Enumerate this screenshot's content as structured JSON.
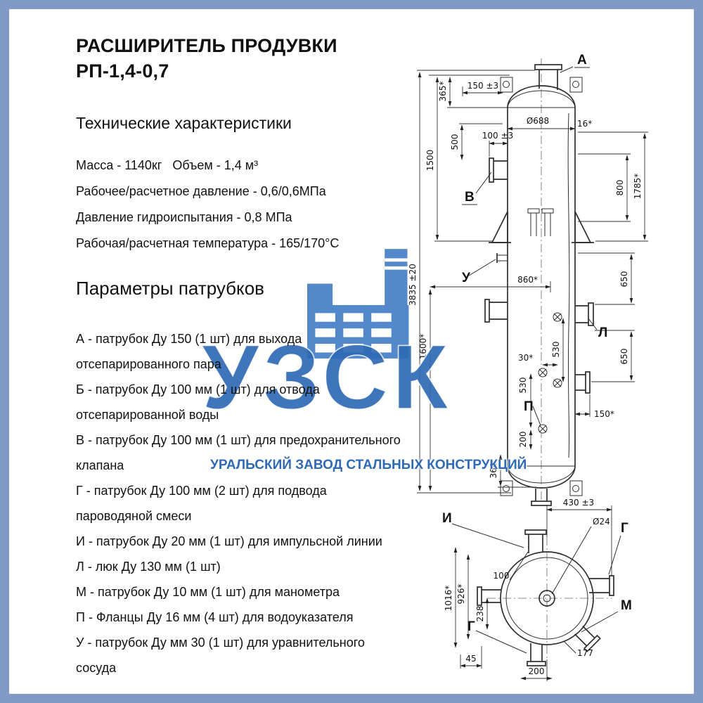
{
  "frame": {
    "border_color": "#8099c7",
    "background": "#ffffff"
  },
  "header": {
    "title_line1": "РАСШИРИТЕЛЬ ПРОДУВКИ",
    "title_line2": "РП-1,4-0,7"
  },
  "tech": {
    "heading": "Технические характеристики",
    "rows": [
      "Масса - 1140кг   Объем - 1,4 м³",
      "Рабочее/расчетное давление - 0,6/0,6МПа",
      "Давление гидроиспытания - 0,8 МПа",
      "Рабочая/расчетная температура - 165/170°С"
    ]
  },
  "nozzle_params": {
    "heading": "Параметры патрубков",
    "rows": [
      "А - патрубок Ду 150 (1 шт) для выхода отсепарированного пара",
      "Б - патрубок Ду 100 мм (1 шт) для отвода отсепарированной воды",
      "В - патрубок Ду 100 мм (1 шт) для предохранительного клапана",
      "Г - патрубок Ду 100 мм (2 шт) для подвода пароводяной смеси",
      "И - патрубок Ду 20 мм (1 шт) для импульсной линии",
      "Л - люк Ду 130 мм (1 шт)",
      "М - патрубок Ду 10 мм (1 шт) для манометра",
      "П - Фланцы Ду 16 мм (4 шт) для водоуказателя",
      "У - патрубок Ду мм 30 (1 шт) для уравнительного сосуда"
    ]
  },
  "watermark": {
    "logo_text": "УЗСК",
    "tagline": "УРАЛЬСКИЙ ЗАВОД СТАЛЬНЫХ КОНСТРУКЦИЙ",
    "color": "#2f6ab5"
  },
  "drawing": {
    "front": {
      "label_a": "А",
      "label_v": "В",
      "label_u": "У",
      "label_l": "Л",
      "label_p": "П",
      "dim_top_offset": "150 ±3",
      "dim_365": "365*",
      "dim_500": "500",
      "dim_1500": "1500",
      "dim_nozzle_v": "100 ±3",
      "dim_diameter": "Ø688",
      "dim_wall": "16*",
      "dim_800": "800",
      "dim_1785": "1785*",
      "dim_total_height": "3835 ±20",
      "dim_860": "860*",
      "dim_650_upper": "650",
      "dim_650_lower": "650",
      "dim_1600": "1600*",
      "dim_30": "30*",
      "dim_530_right": "530",
      "dim_530_left": "530",
      "dim_200": "200",
      "dim_368": "368",
      "dim_150_mid": "150*"
    },
    "plan": {
      "label_i": "И",
      "label_g_right": "Г",
      "label_m": "М",
      "label_g_left": "Г",
      "dim_430": "430 ±3",
      "dim_hole": "Ø24",
      "dim_100": "100",
      "dim_926": "926*",
      "dim_1016": "1016*",
      "dim_238": "238",
      "dim_45": "45",
      "dim_200": "200",
      "dim_177": "177"
    }
  }
}
